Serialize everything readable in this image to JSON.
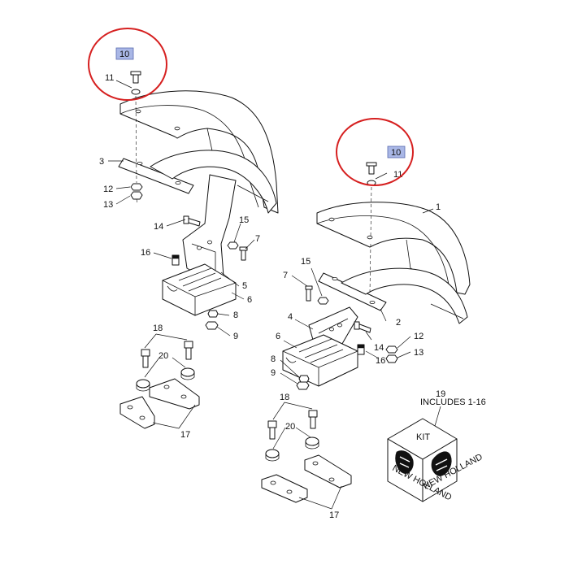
{
  "labels": {
    "l1": "1",
    "l2": "2",
    "l3": "3",
    "l4": "4",
    "l5": "5",
    "l6_left": "6",
    "l6_right": "6",
    "l7_left": "7",
    "l7_right": "7",
    "l8_left": "8",
    "l8_right": "8",
    "l9_left": "9",
    "l9_right": "9",
    "l10_left": "10",
    "l10_right": "10",
    "l11_left": "11",
    "l11_right": "11",
    "l12_left": "12",
    "l12_right": "12",
    "l13_left": "13",
    "l13_right": "13",
    "l14_left": "14",
    "l14_right": "14",
    "l15_left": "15",
    "l15_right": "15",
    "l16_left": "16",
    "l16_right": "16",
    "l17_left": "17",
    "l17_right": "17",
    "l18_left": "18",
    "l18_right": "18",
    "l19": "19",
    "l20_left": "20",
    "l20_right": "20"
  },
  "kit": {
    "includes": "INCLUDES 1-16",
    "label": "KIT",
    "brand": "NEW HOLLAND"
  },
  "colors": {
    "highlight_box": "#a9b7e6",
    "circle": "#d62020",
    "line": "#111111"
  }
}
